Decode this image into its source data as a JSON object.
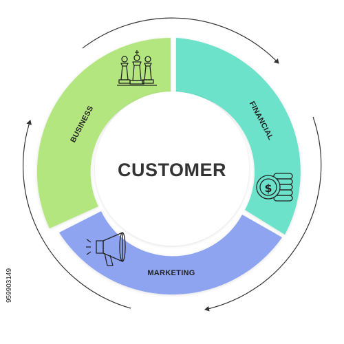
{
  "diagram": {
    "center": {
      "title": "CUSTOMER"
    },
    "segments": [
      {
        "label": "BUSINESS",
        "color": "#b3e67f",
        "icon": "chess-pieces-icon"
      },
      {
        "label": "FINANCIAL",
        "color": "#6de2cb",
        "icon": "dollar-coins-icon"
      },
      {
        "label": "MARKETING",
        "color": "#8ea4f1",
        "icon": "megaphone-icon"
      }
    ],
    "arrows": {
      "color": "#333333",
      "direction": "clockwise"
    }
  },
  "watermark": {
    "id_text": "959903149"
  }
}
